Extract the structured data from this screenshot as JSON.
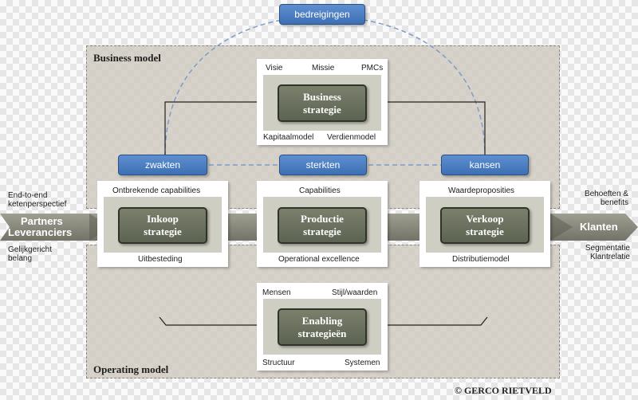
{
  "regions": {
    "business_model": "Business model",
    "operating_model": "Operating model"
  },
  "labels": {
    "bedreigingen": "bedreigingen",
    "zwakten": "zwakten",
    "sterkten": "sterkten",
    "kansen": "kansen"
  },
  "business": {
    "visie": "Visie",
    "missie": "Missie",
    "pmcs": "PMCs",
    "title_line1": "Business",
    "title_line2": "strategie",
    "kapitaalmodel": "Kapitaalmodel",
    "verdienmodel": "Verdienmodel"
  },
  "inkoop": {
    "top": "Ontbrekende capabilities",
    "title_line1": "Inkoop",
    "title_line2": "strategie",
    "bottom": "Uitbesteding"
  },
  "productie": {
    "top": "Capabilities",
    "title_line1": "Productie",
    "title_line2": "strategie",
    "bottom": "Operational excellence"
  },
  "verkoop": {
    "top": "Waardeproposities",
    "title_line1": "Verkoop",
    "title_line2": "strategie",
    "bottom": "Distributiemodel"
  },
  "enabling": {
    "mensen": "Mensen",
    "stijl": "Stijl/waarden",
    "title_line1": "Enabling",
    "title_line2": "strategieën",
    "structuur": "Structuur",
    "systemen": "Systemen"
  },
  "band": {
    "left_line1": "Partners",
    "left_line2": "Leveranciers",
    "right": "Klanten"
  },
  "side_left": {
    "top_line1": "End-to-end",
    "top_line2": "ketenperspectief",
    "bottom_line1": "Gelijkgericht",
    "bottom_line2": "belang"
  },
  "side_right": {
    "top_line1": "Behoeften &",
    "top_line2": "benefits",
    "bottom_line1": "Segmentatie",
    "bottom_line2": "Klantrelatie"
  },
  "copyright": "© GERCO RIETVELD",
  "colors": {
    "blue_label": "#4a7cc1",
    "strategy_box": "#6b705d",
    "region": "#cdc8bc",
    "band": "#7d7d70"
  }
}
